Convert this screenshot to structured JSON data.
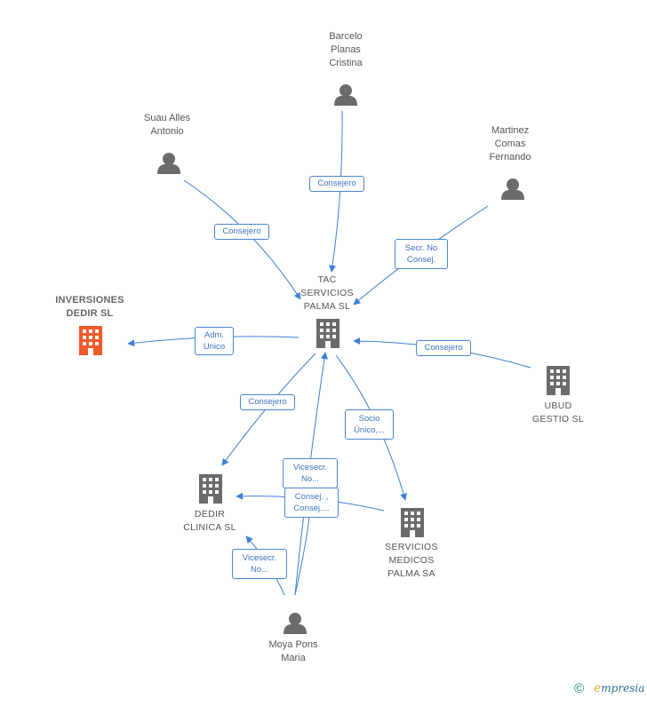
{
  "nodes": {
    "barcelo": {
      "label": "Barcelo\nPlanas\nCristina",
      "type": "person"
    },
    "suau": {
      "label": "Suau Alles\nAntonio",
      "type": "person"
    },
    "martinez": {
      "label": "Martinez\nComas\nFernando",
      "type": "person"
    },
    "tac": {
      "label": "TAC\nSERVICIOS\nPALMA SL",
      "type": "company"
    },
    "inversiones": {
      "label": "INVERSIONES\nDEDIR SL",
      "type": "company-highlight"
    },
    "ubud": {
      "label": "UBUD\nGESTIO SL",
      "type": "company"
    },
    "dedir": {
      "label": "DEDIR\nCLINICA SL",
      "type": "company"
    },
    "servicios": {
      "label": "SERVICIOS\nMEDICOS\nPALMA SA",
      "type": "company"
    },
    "moya": {
      "label": "Moya Pons\nMaria",
      "type": "person"
    }
  },
  "edge_labels": {
    "barcelo_tac": "Consejero",
    "suau_tac": "Consejero",
    "martinez_tac": "Secr.  No\nConsej.",
    "tac_inversiones": "Adm.\nUnico",
    "ubud_tac": "Consejero",
    "tac_dedir": "Consejero",
    "tac_servicios": "Socio\nÚnico,...",
    "moya_tac": "Vicesecr.\nNo...",
    "moya_dedir_consej": "Consej. ,\nConsej....",
    "moya_dedir": "Vicesecr.\nNo..."
  },
  "colors": {
    "edge": "#3d7fd6",
    "icon": "#6b6b6b",
    "highlight": "#f15a2b"
  },
  "footer": {
    "copyright": "©",
    "brand_initial": "e",
    "brand_rest": "mpresia"
  },
  "icons": {
    "person": "person-icon",
    "company": "building-icon"
  }
}
